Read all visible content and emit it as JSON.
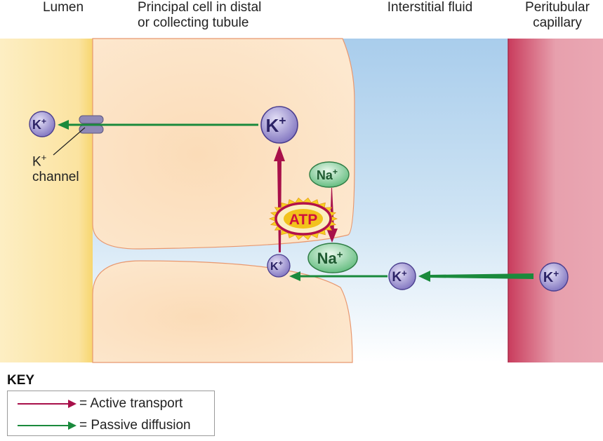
{
  "headers": {
    "lumen": "Lumen",
    "principal_cell": "Principal cell in distal\nor collecting tubule",
    "interstitial": "Interstitial fluid",
    "capillary": "Peritubular\ncapillary"
  },
  "ions": {
    "k_lumen": "K+",
    "k_cell": "K+",
    "k_pump": "K+",
    "k_interstitial": "K+",
    "k_capillary": "K+",
    "na_cell": "Na+",
    "na_out": "Na+"
  },
  "atp_label": "ATP",
  "channel_label": {
    "ion": "K",
    "charge": "+",
    "text": "channel"
  },
  "key": {
    "title": "KEY",
    "active": "= Active transport",
    "passive": "= Passive diffusion"
  },
  "colors": {
    "active_arrow": "#a8104a",
    "passive_arrow": "#1a8a3c",
    "lumen_bg": "#fbe7a8",
    "interstitial_bg": "#bcd9f0",
    "cell": "#fbe0bf",
    "capillary": "#d0566e"
  }
}
